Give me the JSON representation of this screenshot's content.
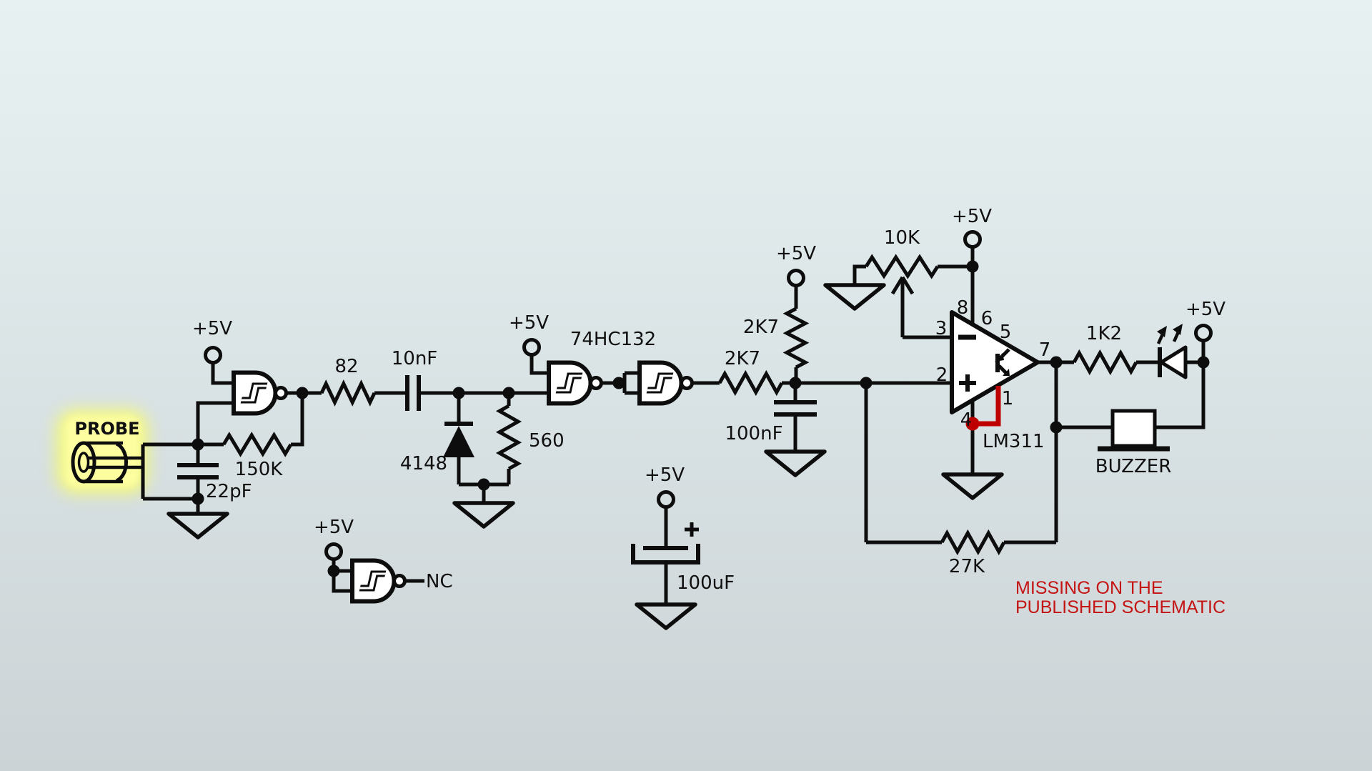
{
  "colors": {
    "wire": "#0d0d0d",
    "missing_wire": "#bf0000",
    "annotation_red": "#c41414",
    "highlight_yellow": "#fdff6e",
    "background_top": "#e7f1f1",
    "background_bottom": "#ccd3d6"
  },
  "labels": {
    "probe": "PROBE",
    "supply": "+5V",
    "r_feedback": "150K",
    "c_probe": "22pF",
    "r_series": "82",
    "c_coupling": "10nF",
    "d_detector": "4148",
    "r_load": "560",
    "ic_logic": "74HC132",
    "r_pullup": "2K7",
    "r_filter": "2K7",
    "c_filter": "100nF",
    "pot_threshold": "10K",
    "comparator": "LM311",
    "r_output": "1K2",
    "r_hysteresis": "27K",
    "c_reservoir": "100uF",
    "buzzer": "BUZZER",
    "unused_output": "NC"
  },
  "pins": {
    "p1": "1",
    "p2": "2",
    "p3": "3",
    "p4": "4",
    "p5": "5",
    "p6": "6",
    "p7": "7",
    "p8": "8"
  },
  "annotation": {
    "line1": "MISSING ON THE",
    "line2": "PUBLISHED SCHEMATIC"
  }
}
